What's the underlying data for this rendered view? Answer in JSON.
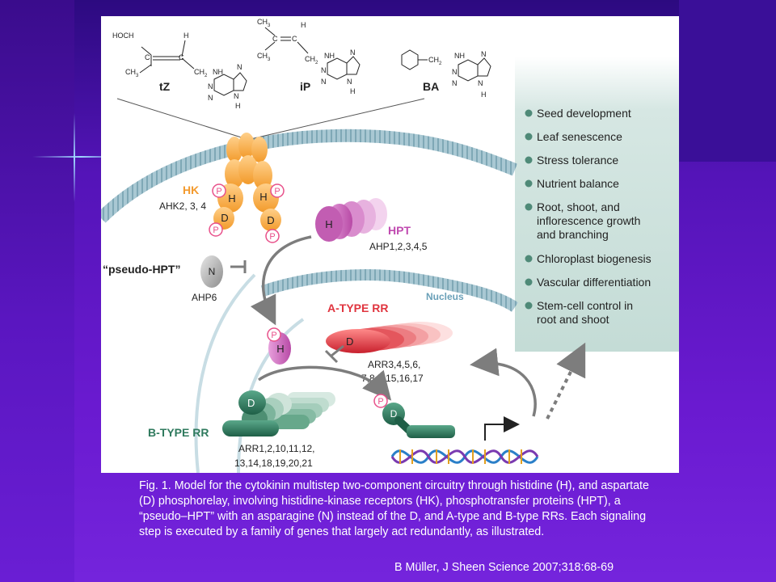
{
  "molecules": {
    "tz": {
      "name": "tZ",
      "hoch": "HOCH",
      "ch3": "CH",
      "ch3_sub": "3",
      "h": "H",
      "c": "C",
      "ch2": "CH",
      "ch2_sub": "2",
      "nh": "NH",
      "n": "N",
      "nh_ring": "H"
    },
    "ip": {
      "name": "iP",
      "ch3": "CH",
      "ch3_sub": "3",
      "c": "C",
      "h": "H",
      "ch2": "CH",
      "ch2_sub": "2",
      "nh": "NH",
      "n": "N",
      "nh_ring": "H"
    },
    "ba": {
      "name": "BA",
      "ch2": "CH",
      "ch2_sub": "2",
      "nh": "NH",
      "n": "N",
      "nh_ring": "H"
    }
  },
  "hk": {
    "label": "HK",
    "genes": "AHK2, 3, 4",
    "p": "P",
    "h": "H",
    "d": "D"
  },
  "hpt": {
    "label": "HPT",
    "genes": "AHP1,2,3,4,5",
    "h": "H"
  },
  "pseudo_hpt": {
    "label": "“pseudo-HPT”",
    "n": "N",
    "genes": "AHP6"
  },
  "nucleus": {
    "label": "Nucleus"
  },
  "a_type": {
    "label": "A-TYPE RR",
    "genes_line1": "ARR3,4,5,6,",
    "genes_line2": "7,8,9,15,16,17",
    "d": "D"
  },
  "b_type": {
    "label": "B-TYPE RR",
    "genes_line1": "ARR1,2,10,11,12,",
    "genes_line2": "13,14,18,19,20,21",
    "d": "D"
  },
  "phospho": {
    "p": "P",
    "h": "H",
    "d": "D"
  },
  "outcomes": [
    "Seed development",
    "Leaf senescence",
    "Stress tolerance",
    "Nutrient balance",
    "Root, shoot, and",
    "inflorescence growth",
    "and branching",
    "Chloroplast biogenesis",
    "Vascular differentiation",
    "Stem-cell control in",
    "root and shoot"
  ],
  "caption": "Fig. 1. Model for the cytokinin multistep two-component circuitry through histidine (H), and aspartate (D) phosphorelay, involving histidine-kinase receptors (HK), phosphotransfer proteins (HPT), a “pseudo–HPT” with an asparagine (N) instead of the D, and A-type and B-type RRs. Each signaling step is executed by a family of genes that largely act redundantly, as illustrated.",
  "credit": "B Müller, J Sheen Science 2007;318:68-69",
  "colors": {
    "hk": "#f6a93b",
    "hpt": "#d66fc0",
    "a_type": "#e0353f",
    "b_type": "#2f7a5e",
    "phospho": "#e8508a",
    "panel": "#cfe3df"
  }
}
